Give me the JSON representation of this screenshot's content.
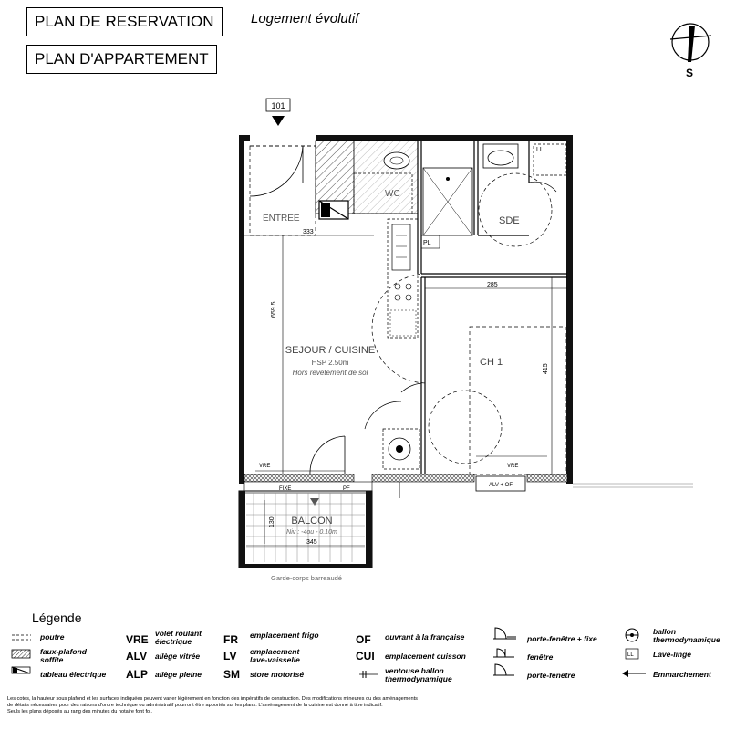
{
  "header": {
    "box1": "PLAN DE RESERVATION",
    "box2": "PLAN D'APPARTEMENT",
    "subtitle": "Logement évolutif",
    "orientation": "S"
  },
  "plan": {
    "lot_number": "101",
    "rooms": {
      "entree": "ENTREE",
      "wc": "WC",
      "sde": "SDE",
      "sejour": "SEJOUR / CUISINE",
      "hsp": "HSP 2.50m",
      "revetement": "Hors revêtement de sol",
      "ch1": "CH 1",
      "balcon": "BALCON",
      "balcon_niv": "Niv : -4ou - 0.10m",
      "ll": "LL",
      "pl": "PL"
    },
    "dimensions": {
      "d333": "333",
      "d285": "285",
      "d415": "415",
      "d6595": "659.5",
      "d130": "130",
      "d345": "345"
    },
    "labels": {
      "vre": "VRE",
      "fixe": "FIXE",
      "pf": "PF",
      "alv_of": "ALV + OF",
      "garde_corps": "Garde-corps barreaudé"
    }
  },
  "legend": {
    "title": "Légende",
    "col1": [
      {
        "code": "",
        "label": "poutre",
        "icon": "dashed-line-icon"
      },
      {
        "code": "",
        "label": "faux-plafond\nsoffite",
        "icon": "hatch-icon"
      },
      {
        "code": "",
        "label": "tableau électrique",
        "icon": "panel-icon"
      }
    ],
    "col2": [
      {
        "code": "VRE",
        "label": "volet roulant\nélectrique"
      },
      {
        "code": "ALV",
        "label": "allège vitrée"
      },
      {
        "code": "ALP",
        "label": "allège pleine"
      }
    ],
    "col3": [
      {
        "code": "FR",
        "label": "emplacement frigo"
      },
      {
        "code": "LV",
        "label": "emplacement\nlave-vaisselle"
      },
      {
        "code": "SM",
        "label": "store motorisé"
      }
    ],
    "col4": [
      {
        "code": "OF",
        "label": "ouvrant à la française"
      },
      {
        "code": "CUI",
        "label": "emplacement cuisson"
      },
      {
        "code": "",
        "label": "ventouse ballon\nthermodynamique",
        "icon": "vent-icon"
      }
    ],
    "col5": [
      {
        "label": "porte-fenêtre  + fixe",
        "icon": "door-window-fixed-icon"
      },
      {
        "label": "fenêtre",
        "icon": "window-icon"
      },
      {
        "label": "porte-fenêtre",
        "icon": "door-window-icon"
      }
    ],
    "col6": [
      {
        "label": "ballon\nthermodynamique",
        "icon": "boiler-icon"
      },
      {
        "label": "Lave-linge",
        "icon": "washer-icon",
        "icon_text": "LL"
      },
      {
        "label": "Emmarchement",
        "icon": "step-arrow-icon"
      }
    ]
  },
  "disclaimer": [
    "Les cotes, la hauteur sous plafond et les surfaces indiquées peuvent varier légèrement en fonction des impératifs de construction. Des modifications mineures ou des aménagements",
    "de détails nécessaires pour des raisons d'ordre technique ou administratif pourront être apportés sur les plans. L'aménagement de la cuisine est donné à titre indicatif.",
    "Seuls les plans déposés au rang des minutes du notaire font foi."
  ]
}
